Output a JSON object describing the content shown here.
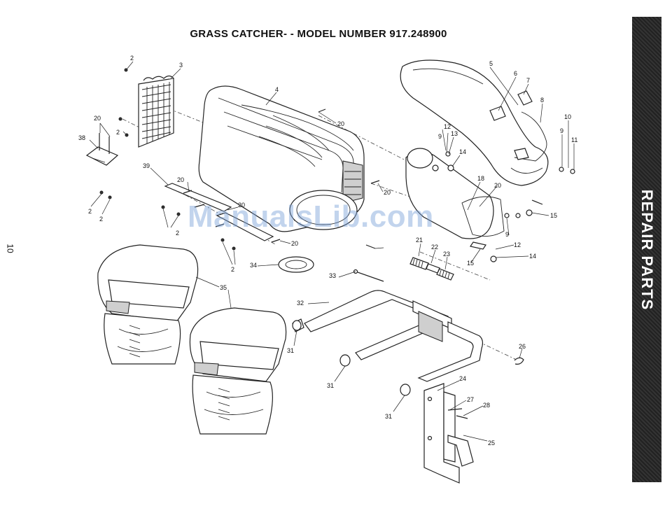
{
  "page": {
    "title": "GRASS CATCHER- - MODEL NUMBER 917.248900",
    "number": "10",
    "side_tab": "REPAIR PARTS",
    "watermark": "ManualsLib.com"
  },
  "callouts": [
    {
      "id": "c-2a",
      "label": "2"
    },
    {
      "id": "c-3",
      "label": "3"
    },
    {
      "id": "c-4",
      "label": "4"
    },
    {
      "id": "c-5",
      "label": "5"
    },
    {
      "id": "c-6",
      "label": "6"
    },
    {
      "id": "c-7",
      "label": "7"
    },
    {
      "id": "c-8",
      "label": "8"
    },
    {
      "id": "c-10",
      "label": "10"
    },
    {
      "id": "c-9a",
      "label": "9"
    },
    {
      "id": "c-11",
      "label": "11"
    },
    {
      "id": "c-20a",
      "label": "20"
    },
    {
      "id": "c-38",
      "label": "38"
    },
    {
      "id": "c-2b",
      "label": "2"
    },
    {
      "id": "c-20b",
      "label": "20"
    },
    {
      "id": "c-39",
      "label": "39"
    },
    {
      "id": "c-20c",
      "label": "20"
    },
    {
      "id": "c-2c",
      "label": "2"
    },
    {
      "id": "c-2d",
      "label": "2"
    },
    {
      "id": "c-2e",
      "label": "2"
    },
    {
      "id": "c-20d",
      "label": "20"
    },
    {
      "id": "c-2f",
      "label": "2"
    },
    {
      "id": "c-20e",
      "label": "20"
    },
    {
      "id": "c-20f",
      "label": "20"
    },
    {
      "id": "c-12a",
      "label": "12"
    },
    {
      "id": "c-9b",
      "label": "9"
    },
    {
      "id": "c-13",
      "label": "13"
    },
    {
      "id": "c-14a",
      "label": "14"
    },
    {
      "id": "c-18",
      "label": "18"
    },
    {
      "id": "c-20g",
      "label": "20"
    },
    {
      "id": "c-15a",
      "label": "15"
    },
    {
      "id": "c-9c",
      "label": "9"
    },
    {
      "id": "c-12b",
      "label": "12"
    },
    {
      "id": "c-14b",
      "label": "14"
    },
    {
      "id": "c-15b",
      "label": "15"
    },
    {
      "id": "c-21",
      "label": "21"
    },
    {
      "id": "c-22",
      "label": "22"
    },
    {
      "id": "c-23",
      "label": "23"
    },
    {
      "id": "c-34",
      "label": "34"
    },
    {
      "id": "c-33",
      "label": "33"
    },
    {
      "id": "c-35",
      "label": "35"
    },
    {
      "id": "c-32",
      "label": "32"
    },
    {
      "id": "c-31a",
      "label": "31"
    },
    {
      "id": "c-31b",
      "label": "31"
    },
    {
      "id": "c-31c",
      "label": "31"
    },
    {
      "id": "c-24",
      "label": "24"
    },
    {
      "id": "c-26",
      "label": "26"
    },
    {
      "id": "c-27",
      "label": "27"
    },
    {
      "id": "c-28",
      "label": "28"
    },
    {
      "id": "c-25",
      "label": "25"
    }
  ]
}
